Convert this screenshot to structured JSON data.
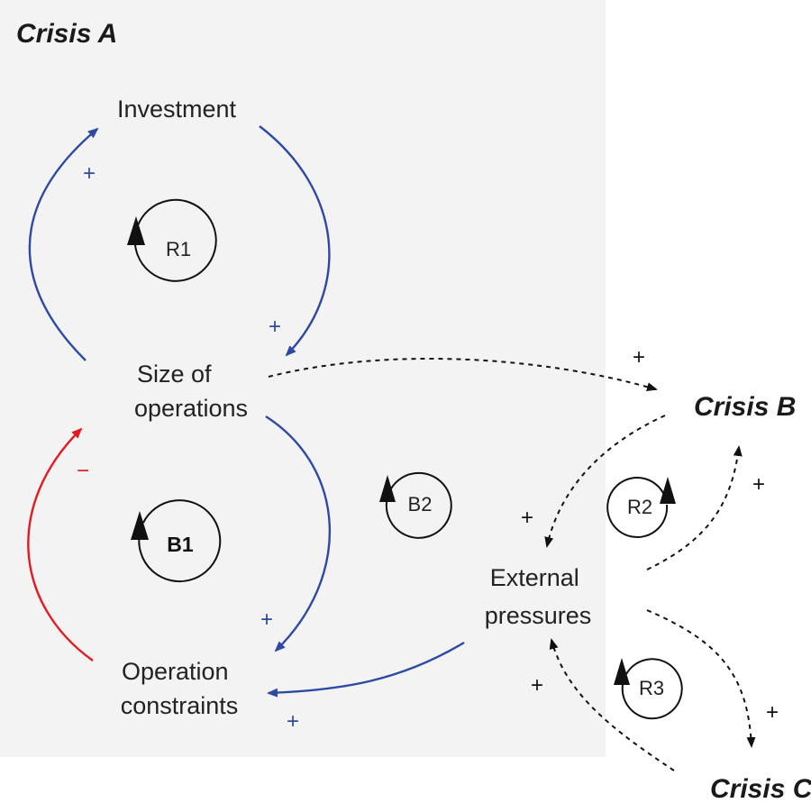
{
  "regions": {
    "crisis_a": {
      "title": "Crisis A",
      "fill": "#f3f3f3"
    }
  },
  "nodes": {
    "investment": [
      "Investment"
    ],
    "size": [
      "Size of",
      "operations"
    ],
    "constraints": [
      "Operation",
      "constraints"
    ],
    "external": [
      "External",
      "pressures"
    ],
    "crisis_b": "Crisis B",
    "crisis_c": "Crisis C"
  },
  "loops": {
    "r1": "R1",
    "b1": "B1",
    "b2": "B2",
    "r2": "R2",
    "r3": "R3"
  },
  "polarities": {
    "size_to_investment": "+",
    "investment_to_size": "+",
    "size_to_crisis_b": "+",
    "constraints_to_size": "−",
    "size_to_constraints": "+",
    "external_to_constraints": "+",
    "crisis_b_to_external": "+",
    "external_to_crisis_b": "+",
    "external_to_crisis_c": "+",
    "crisis_c_to_external": "+"
  },
  "colors": {
    "positive": "#2e49a3",
    "negative": "#e11b22",
    "external": "#111111",
    "loop": "#111111"
  }
}
